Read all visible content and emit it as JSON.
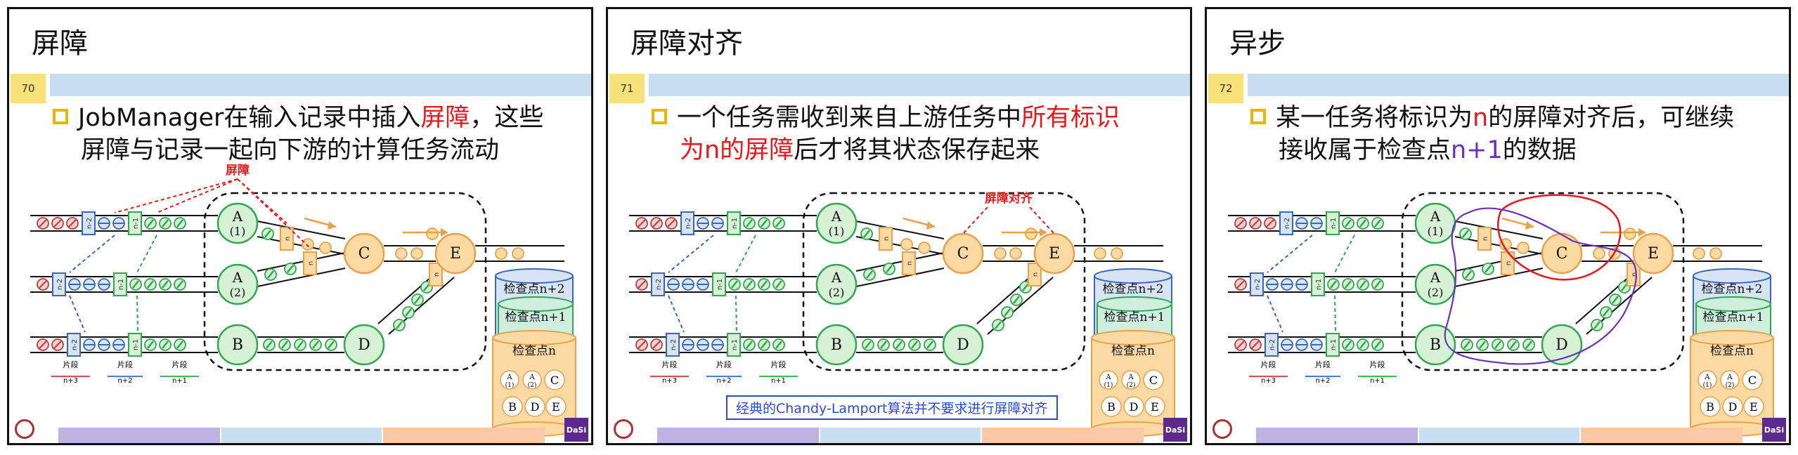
{
  "slides": [
    {
      "title": "屏障",
      "number": "70",
      "bullet": [
        {
          "text": "JobManager在输入记录中插入",
          "color": "normal"
        },
        {
          "text": "屏障",
          "color": "red"
        },
        {
          "text": "，这些",
          "color": "normal"
        }
      ],
      "bullet_line2": "屏障与记录一起向下游的计算任务流动",
      "callout": "屏障"
    },
    {
      "title": "屏障对齐",
      "number": "71",
      "bullet": [
        {
          "text": "一个任务需收到来自上游任务中",
          "color": "normal"
        },
        {
          "text": "所有标识",
          "color": "red"
        }
      ],
      "bullet_line2_parts": [
        {
          "text": "为n的屏障",
          "color": "red"
        },
        {
          "text": "后才将其状态保存起来",
          "color": "normal"
        }
      ],
      "callout": "屏障对齐",
      "note": "经典的Chandy-Lamport算法并不要求进行屏障对齐"
    },
    {
      "title": "异步",
      "number": "72",
      "bullet": [
        {
          "text": "某一任务将标识为",
          "color": "normal"
        },
        {
          "text": "n",
          "color": "red"
        },
        {
          "text": "的屏障对齐后，可继续",
          "color": "normal"
        }
      ],
      "bullet_line2_parts": [
        {
          "text": "接收属于检查点",
          "color": "normal"
        },
        {
          "text": "n+1",
          "color": "purple"
        },
        {
          "text": "的数据",
          "color": "normal"
        }
      ]
    }
  ],
  "diagram": {
    "nodes": {
      "A1": "A",
      "A1_sub": "(1)",
      "A2": "A",
      "A2_sub": "(2)",
      "B": "B",
      "C": "C",
      "D": "D",
      "E": "E"
    },
    "barriers": {
      "n": "n",
      "n1": "n-1",
      "n2": "n-2"
    },
    "checkpoints": [
      "检查点n+2",
      "检查点n+1",
      "检查点n"
    ],
    "checkpoint_contents": [
      "A",
      "(1)",
      "A",
      "(2)",
      "C",
      "B",
      "D",
      "E"
    ],
    "segments": [
      {
        "label": "片段",
        "sub": "n+3"
      },
      {
        "label": "片段",
        "sub": "n+2"
      },
      {
        "label": "片段",
        "sub": "n+1"
      }
    ],
    "colors": {
      "green": "#2fa84f",
      "green_fill": "#d6f1d6",
      "orange": "#e9a24c",
      "orange_fill": "#fbd9a3",
      "blue": "#3b67b8",
      "blue_fill": "#d7e4f4",
      "barrier_red": "#e8181b",
      "teal_fill": "#cfeede",
      "footer": [
        "#bdb2e0",
        "#c7dff0",
        "#fbc8a8"
      ]
    }
  }
}
